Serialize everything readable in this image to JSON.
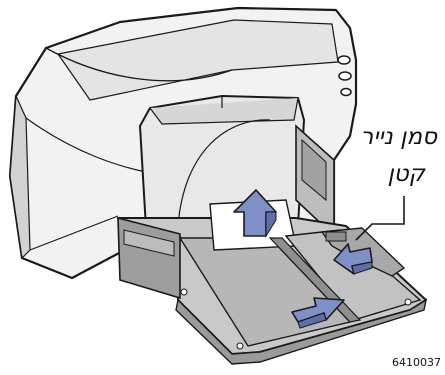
{
  "callout": {
    "line1": "סמן נייר",
    "line2": "קטן"
  },
  "figure_id": "6410037",
  "colors": {
    "printer_body": "#f2f2f2",
    "printer_shadow": "#cfcfcf",
    "outline": "#1a1a1a",
    "tray_gray": "#a7a7a7",
    "tray_dark": "#8d8d8d",
    "arrow_fill": "#7f8fc8",
    "arrow_shadow": "#5f6faa"
  },
  "icons": {
    "arrow": "paper-guide-arrow-icon",
    "button": "printer-button-icon"
  }
}
